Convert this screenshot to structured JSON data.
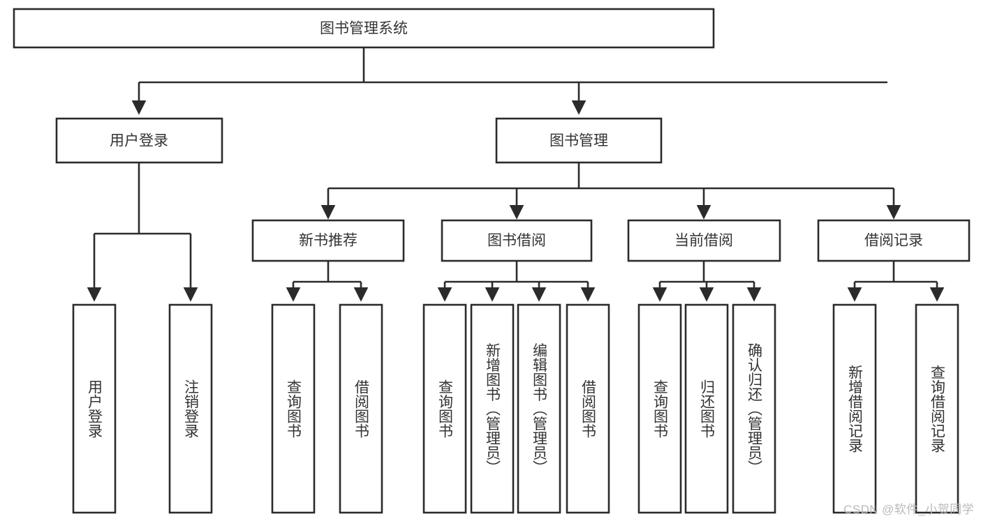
{
  "diagram": {
    "type": "tree-hierarchy",
    "title": "图书管理系统",
    "orientation": "top-down",
    "colors": {
      "box_stroke": "#2b2b2b",
      "box_fill": "#ffffff",
      "text": "#333333",
      "connector": "#2b2b2b",
      "watermark": "#b9b9b9",
      "background": "#ffffff"
    },
    "root": {
      "id": "root",
      "label": "图书管理系统",
      "text_direction": "horizontal"
    },
    "level2": [
      {
        "id": "user-login",
        "label": "用户登录",
        "text_direction": "horizontal"
      },
      {
        "id": "book-manage",
        "label": "图书管理",
        "text_direction": "horizontal"
      }
    ],
    "level3": [
      {
        "id": "new-book-recommend",
        "label": "新书推荐",
        "parent": "book-manage",
        "text_direction": "horizontal"
      },
      {
        "id": "book-borrow",
        "label": "图书借阅",
        "parent": "book-manage",
        "text_direction": "horizontal"
      },
      {
        "id": "current-borrow",
        "label": "当前借阅",
        "parent": "book-manage",
        "text_direction": "horizontal"
      },
      {
        "id": "borrow-record",
        "label": "借阅记录",
        "parent": "book-manage",
        "text_direction": "horizontal"
      }
    ],
    "leaves": [
      {
        "id": "leaf-user-login",
        "label": "用户登录",
        "parent": "user-login",
        "text_direction": "vertical"
      },
      {
        "id": "leaf-logout-login",
        "label": "注销登录",
        "parent": "user-login",
        "text_direction": "vertical"
      },
      {
        "id": "leaf-query-book-1",
        "label": "查询图书",
        "parent": "new-book-recommend",
        "text_direction": "vertical"
      },
      {
        "id": "leaf-borrow-book-1",
        "label": "借阅图书",
        "parent": "new-book-recommend",
        "text_direction": "vertical"
      },
      {
        "id": "leaf-query-book-2",
        "label": "查询图书",
        "parent": "book-borrow",
        "text_direction": "vertical"
      },
      {
        "id": "leaf-add-book",
        "label": "新增图书（管理员）",
        "parent": "book-borrow",
        "text_direction": "vertical"
      },
      {
        "id": "leaf-edit-book",
        "label": "编辑图书（管理员）",
        "parent": "book-borrow",
        "text_direction": "vertical"
      },
      {
        "id": "leaf-borrow-book-2",
        "label": "借阅图书",
        "parent": "book-borrow",
        "text_direction": "vertical"
      },
      {
        "id": "leaf-query-book-3",
        "label": "查询图书",
        "parent": "current-borrow",
        "text_direction": "vertical"
      },
      {
        "id": "leaf-return-book",
        "label": "归还图书",
        "parent": "current-borrow",
        "text_direction": "vertical"
      },
      {
        "id": "leaf-confirm-return",
        "label": "确认归还（管理员）",
        "parent": "current-borrow",
        "text_direction": "vertical"
      },
      {
        "id": "leaf-add-record",
        "label": "新增借阅记录",
        "parent": "borrow-record",
        "text_direction": "vertical"
      },
      {
        "id": "leaf-query-record",
        "label": "查询借阅记录",
        "parent": "borrow-record",
        "text_direction": "vertical"
      }
    ]
  },
  "watermark": {
    "text": "CSDN @软件_小贺同学"
  }
}
